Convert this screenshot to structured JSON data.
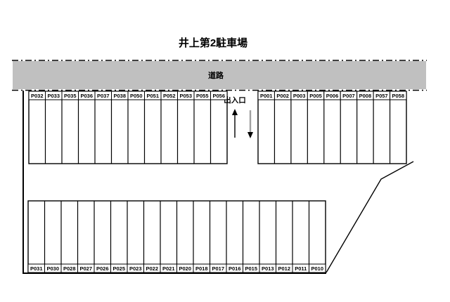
{
  "title": "井上第2駐車場",
  "road": {
    "label": "道路"
  },
  "entrance": {
    "label": "出入口"
  },
  "lot": {
    "blocks": [
      {
        "id": "top-left",
        "labels": [
          "P032",
          "P033",
          "P035",
          "P036",
          "P037",
          "P038",
          "P050",
          "P051",
          "P052",
          "P053",
          "P055",
          "P056"
        ]
      },
      {
        "id": "top-right",
        "labels": [
          "P001",
          "P002",
          "P003",
          "P005",
          "P006",
          "P007",
          "P008",
          "P057",
          "P058"
        ]
      },
      {
        "id": "bottom",
        "labels": [
          "P031",
          "P030",
          "P028",
          "P027",
          "P026",
          "P025",
          "P023",
          "P022",
          "P021",
          "P020",
          "P018",
          "P017",
          "P016",
          "P015",
          "P013",
          "P012",
          "P011",
          "P010"
        ]
      }
    ]
  },
  "colors": {
    "road_gray": "#c0c0c0",
    "line_black": "#000000",
    "arrow_gray": "#a0a0a0"
  }
}
